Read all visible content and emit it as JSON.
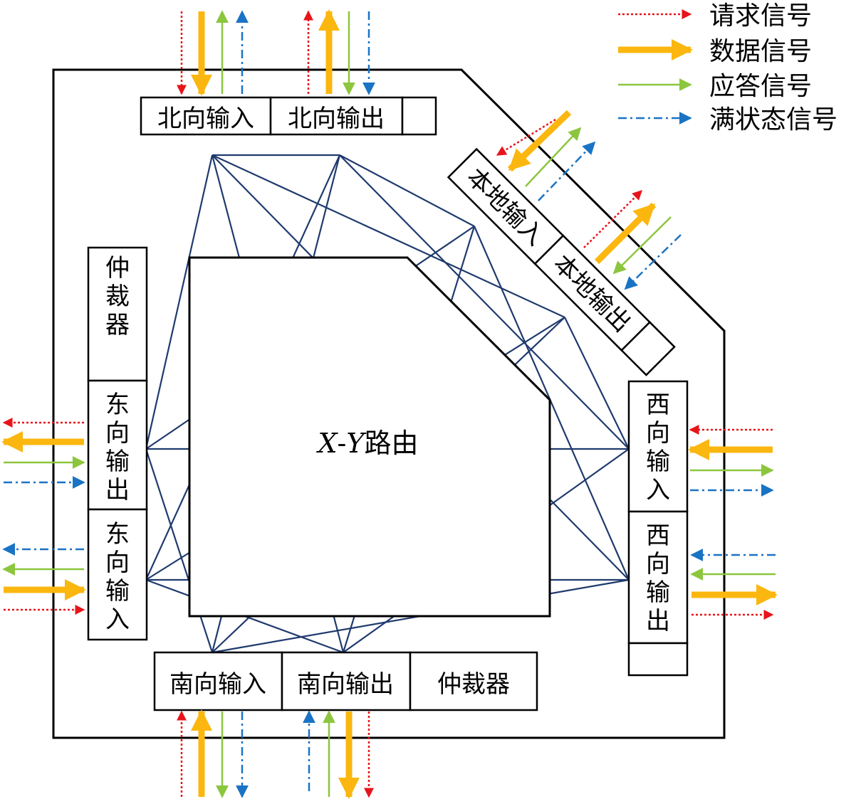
{
  "legend": {
    "request": "请求信号",
    "data": "数据信号",
    "ack": "应答信号",
    "full": "满状态信号"
  },
  "colors": {
    "request": "#e8141b",
    "data": "#fbb710",
    "ack": "#8cc63e",
    "full": "#1a73c4",
    "crossbar": "#1f3a6e",
    "outline": "#000000"
  },
  "boxes": {
    "north_in": "北向输入",
    "north_out": "北向输出",
    "local_in": "本地输入",
    "local_out": "本地输出",
    "arbiter_left": "仲裁器",
    "east_out": "东向输出",
    "east_in": "东向输入",
    "west_in": "西向输入",
    "west_out": "西向输出",
    "south_in": "南向输入",
    "south_out": "南向输出",
    "arbiter_bottom": "仲裁器"
  },
  "router": {
    "var_x": "X",
    "dash": "-",
    "var_y": "Y",
    "suffix": "路由"
  }
}
